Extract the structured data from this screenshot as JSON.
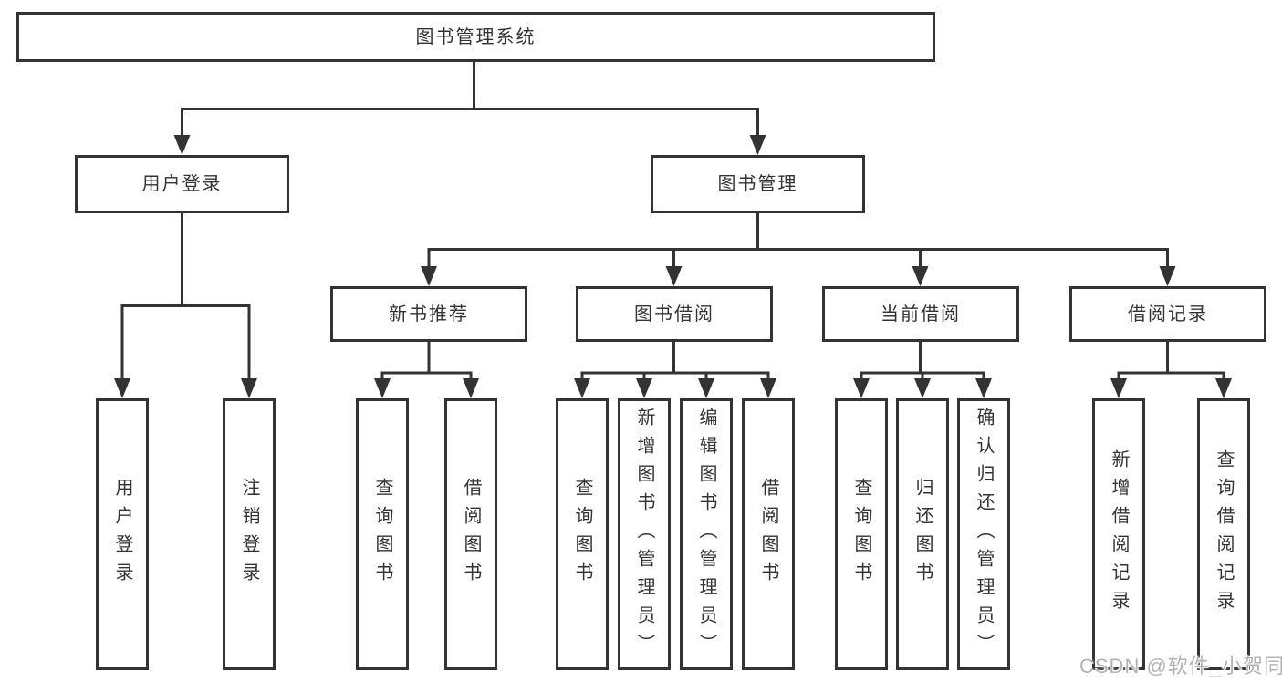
{
  "tree": {
    "root": {
      "label": "图书管理系统",
      "children": [
        {
          "label": "用户登录",
          "children": [
            {
              "label": "用户登录"
            },
            {
              "label": "注销登录"
            }
          ]
        },
        {
          "label": "图书管理",
          "children": [
            {
              "label": "新书推荐",
              "children": [
                {
                  "label": "查询图书"
                },
                {
                  "label": "借阅图书"
                }
              ]
            },
            {
              "label": "图书借阅",
              "children": [
                {
                  "label": "查询图书"
                },
                {
                  "label": "新增图书（管理员）"
                },
                {
                  "label": "编辑图书（管理员）"
                },
                {
                  "label": "借阅图书"
                }
              ]
            },
            {
              "label": "当前借阅",
              "children": [
                {
                  "label": "查询图书"
                },
                {
                  "label": "归还图书"
                },
                {
                  "label": "确认归还（管理员）"
                }
              ]
            },
            {
              "label": "借阅记录",
              "children": [
                {
                  "label": "新增借阅记录"
                },
                {
                  "label": "查询借阅记录"
                }
              ]
            }
          ]
        }
      ]
    }
  },
  "watermark": {
    "text": "CSDN @软件_小贺同学"
  },
  "colors": {
    "line": "#333333",
    "box_border": "#333333",
    "text": "#333333",
    "background": "#ffffff",
    "watermark": "#b3b3b3"
  }
}
